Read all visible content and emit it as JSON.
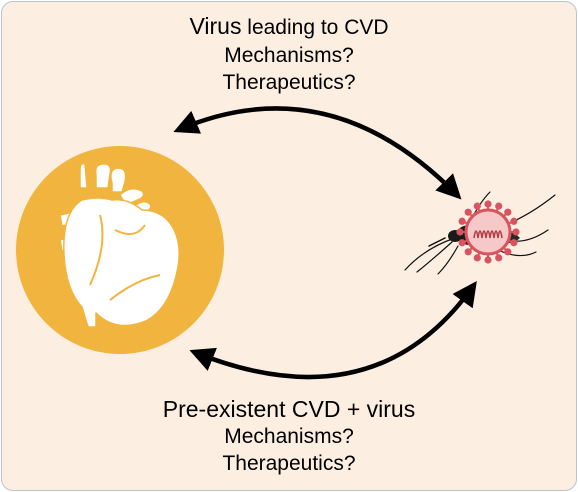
{
  "colors": {
    "background": "#fcefe1",
    "heart_circle": "#f1b53f",
    "virus": "#d7555f",
    "arrow": "#000000"
  },
  "icons": [
    "heart-icon",
    "mosquito-icon",
    "virus-icon"
  ],
  "top_label": {
    "virus_word": "Virus",
    "rest": " leading to CVD",
    "line2": "Mechanisms?",
    "line3": "Therapeutics?"
  },
  "bottom_label": {
    "line1": "Pre-existent CVD + virus",
    "line2": "Mechanisms?",
    "line3": "Therapeutics?"
  }
}
